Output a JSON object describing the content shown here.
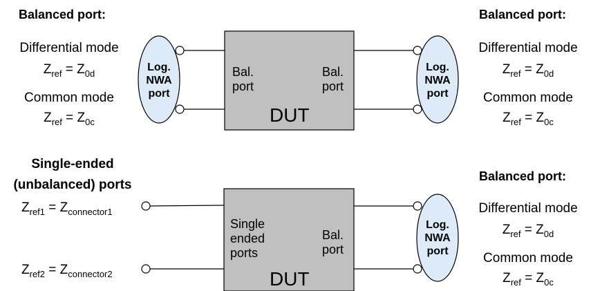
{
  "top": {
    "left": {
      "heading": "Balanced port:",
      "diff_label": "Differential  mode",
      "diff_z": {
        "sub": "ref",
        "eq": " = Z",
        "sub2": "0d"
      },
      "common_label": "Common mode",
      "common_z": {
        "sub": "ref",
        "eq": " = Z",
        "sub2": "0c"
      }
    },
    "right": {
      "heading": "Balanced port:",
      "diff_label": "Differential  mode",
      "diff_z": {
        "sub": "ref",
        "eq": " = Z",
        "sub2": "0d"
      },
      "common_label": "Common mode",
      "common_z": {
        "sub": "ref",
        "eq": " = Z",
        "sub2": "0c"
      }
    },
    "nwa_left": [
      "Log.",
      "NWA",
      "port"
    ],
    "nwa_right": [
      "Log.",
      "NWA",
      "port"
    ],
    "dut_left_port": [
      "Bal.",
      "port"
    ],
    "dut_right_port": [
      "Bal.",
      "port"
    ],
    "dut_label": "DUT"
  },
  "bottom": {
    "left": {
      "heading_line1": "Single-ended",
      "heading_line2": "(unbalanced) ports",
      "z1": {
        "sub": "ref1",
        "eq": " = Z",
        "sub2": "connector1"
      },
      "z2": {
        "sub": "ref2",
        "eq": " = Z",
        "sub2": "connector2"
      }
    },
    "right": {
      "heading": "Balanced port:",
      "diff_label": "Differential  mode",
      "diff_z": {
        "sub": "ref",
        "eq": " = Z",
        "sub2": "0d"
      },
      "common_label": "Common mode",
      "common_z": {
        "sub": "ref",
        "eq": " = Z",
        "sub2": "0c"
      }
    },
    "nwa_right": [
      "Log.",
      "NWA",
      "port"
    ],
    "dut_left_port": [
      "Single",
      "ended",
      "ports"
    ],
    "dut_right_port": [
      "Bal.",
      "port"
    ],
    "dut_label": "DUT"
  },
  "colors": {
    "dut_fill": "#c0c0c0",
    "nwa_fill": "#dcebf7",
    "stroke": "#000000"
  }
}
